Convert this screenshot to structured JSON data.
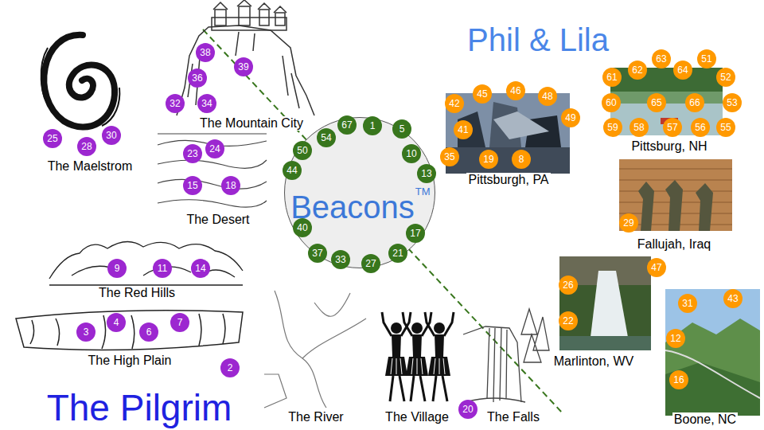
{
  "diagram": {
    "nodes": [
      {
        "text": [
          "Beacons",
          "TM"
        ]
      },
      {
        "text": [
          "1"
        ]
      },
      {
        "text": [
          "5"
        ]
      },
      {
        "text": [
          "10"
        ]
      },
      {
        "text": [
          "13"
        ]
      },
      {
        "text": [
          "17"
        ]
      },
      {
        "text": [
          "21"
        ]
      },
      {
        "text": [
          "27"
        ]
      },
      {
        "text": [
          "33"
        ]
      },
      {
        "text": [
          "37"
        ]
      },
      {
        "text": [
          "40"
        ]
      },
      {
        "text": [
          "44"
        ]
      },
      {
        "text": [
          "50"
        ]
      },
      {
        "text": [
          "54"
        ]
      },
      {
        "text": [
          "67"
        ]
      },
      {
        "text": [
          "2"
        ]
      },
      {
        "text": [
          "3"
        ]
      },
      {
        "text": [
          "4"
        ]
      },
      {
        "text": [
          "6"
        ]
      },
      {
        "text": [
          "7"
        ]
      },
      {
        "text": [
          "9"
        ]
      },
      {
        "text": [
          "11"
        ]
      },
      {
        "text": [
          "14"
        ]
      },
      {
        "text": [
          "15"
        ]
      },
      {
        "text": [
          "18"
        ]
      },
      {
        "text": [
          "20"
        ]
      },
      {
        "text": [
          "23"
        ]
      },
      {
        "text": [
          "24"
        ]
      },
      {
        "text": [
          "25"
        ]
      },
      {
        "text": [
          "28"
        ]
      },
      {
        "text": [
          "30"
        ]
      },
      {
        "text": [
          "32"
        ]
      },
      {
        "text": [
          "34"
        ]
      },
      {
        "text": [
          "36"
        ]
      },
      {
        "text": [
          "38"
        ]
      },
      {
        "text": [
          "39"
        ]
      },
      {
        "text": [
          "8"
        ]
      },
      {
        "text": [
          "12"
        ]
      },
      {
        "text": [
          "16"
        ]
      },
      {
        "text": [
          "19"
        ]
      },
      {
        "text": [
          "22"
        ]
      },
      {
        "text": [
          "26"
        ]
      },
      {
        "text": [
          "29"
        ]
      },
      {
        "text": [
          "31"
        ]
      },
      {
        "text": [
          "35"
        ]
      },
      {
        "text": [
          "41"
        ]
      },
      {
        "text": [
          "42"
        ]
      },
      {
        "text": [
          "43"
        ]
      },
      {
        "text": [
          "45"
        ]
      },
      {
        "text": [
          "46"
        ]
      },
      {
        "text": [
          "47"
        ]
      },
      {
        "text": [
          "48"
        ]
      },
      {
        "text": [
          "49"
        ]
      },
      {
        "text": [
          "51"
        ]
      },
      {
        "text": [
          "52"
        ]
      },
      {
        "text": [
          "53"
        ]
      },
      {
        "text": [
          "55"
        ]
      },
      {
        "text": [
          "56"
        ]
      },
      {
        "text": [
          "57"
        ]
      },
      {
        "text": [
          "58"
        ]
      },
      {
        "text": [
          "59"
        ]
      },
      {
        "text": [
          "60"
        ]
      },
      {
        "text": [
          "61"
        ]
      },
      {
        "text": [
          "62"
        ]
      },
      {
        "text": [
          "63"
        ]
      },
      {
        "text": [
          "64"
        ]
      },
      {
        "text": [
          "65"
        ]
      },
      {
        "text": [
          "66"
        ]
      }
    ],
    "labels": [
      "Phil & Lila",
      "The Pilgrim",
      "The Maelstrom",
      "The Mountain City",
      "The Desert",
      "The Red Hills",
      "The High Plain",
      "The River",
      "The Village",
      "The Falls",
      "Pittsburgh, PA",
      "Pittsburg, NH",
      "Fallujah, Iraq",
      "Marlinton, WV",
      "Boone, NC"
    ]
  }
}
